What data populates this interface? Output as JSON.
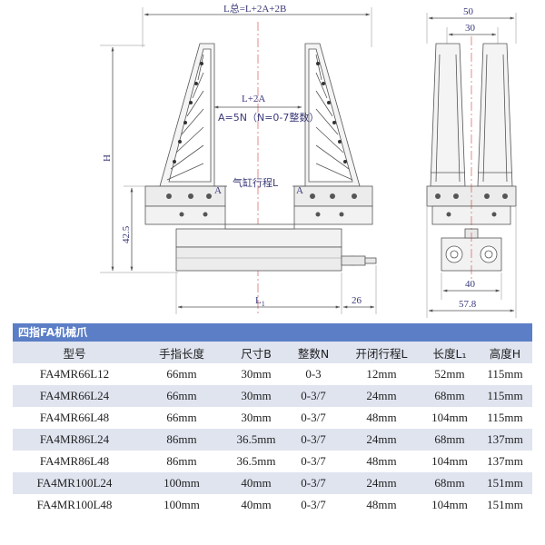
{
  "drawing": {
    "top_dim": "L总=L+2A+2B",
    "inner_dim": "L+2A",
    "formula": "A=5N（N=0-7整数）",
    "stroke_label": "气缸行程L",
    "a_label": "A",
    "h_label": "H",
    "base_height": "42.5",
    "l1_label": "L",
    "l1_sub": "1",
    "right_offset": "26",
    "side_w50": "50",
    "side_w30": "30",
    "side_w40": "40",
    "side_w57": "57.8"
  },
  "spec": {
    "title": "四指FA机械爪",
    "headers": [
      "型号",
      "手指长度",
      "尺寸B",
      "整数N",
      "开闭行程L",
      "长度L₁",
      "高度H"
    ],
    "rows": [
      [
        "FA4MR66L12",
        "66mm",
        "30mm",
        "0-3",
        "12mm",
        "52mm",
        "115mm"
      ],
      [
        "FA4MR66L24",
        "66mm",
        "30mm",
        "0-3/7",
        "24mm",
        "68mm",
        "115mm"
      ],
      [
        "FA4MR66L48",
        "66mm",
        "30mm",
        "0-3/7",
        "48mm",
        "104mm",
        "115mm"
      ],
      [
        "FA4MR86L24",
        "86mm",
        "36.5mm",
        "0-3/7",
        "24mm",
        "68mm",
        "137mm"
      ],
      [
        "FA4MR86L48",
        "86mm",
        "36.5mm",
        "0-3/7",
        "48mm",
        "104mm",
        "137mm"
      ],
      [
        "FA4MR100L24",
        "100mm",
        "40mm",
        "0-3/7",
        "24mm",
        "68mm",
        "151mm"
      ],
      [
        "FA4MR100L48",
        "100mm",
        "40mm",
        "0-3/7",
        "48mm",
        "104mm",
        "151mm"
      ]
    ]
  }
}
